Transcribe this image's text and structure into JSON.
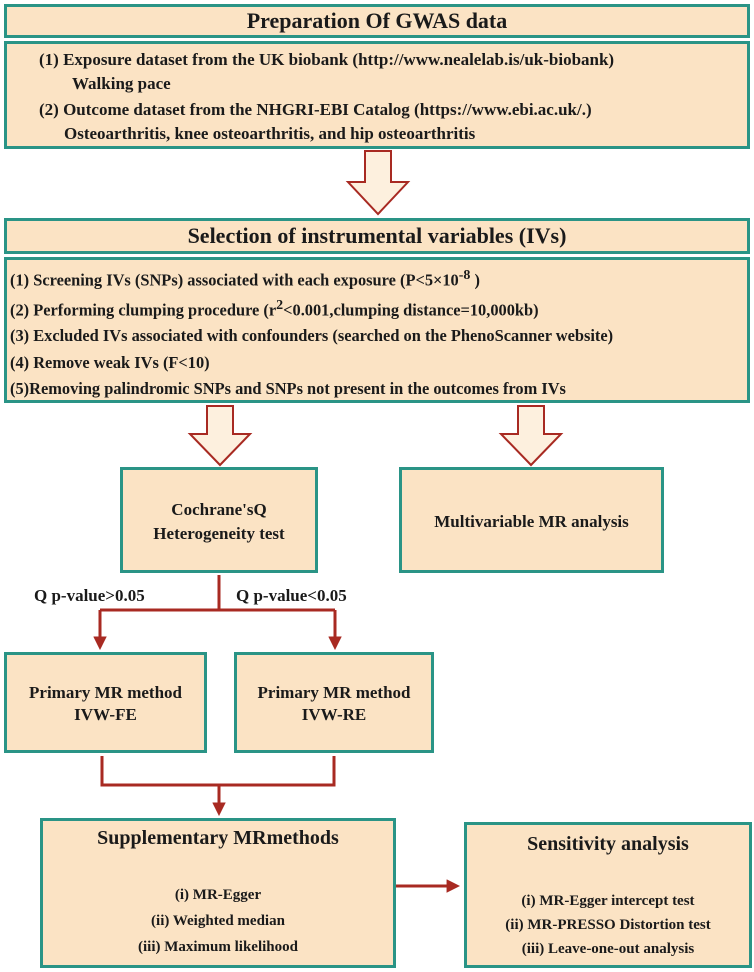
{
  "prep": {
    "title": "Preparation Of  GWAS data",
    "line1": "(1) Exposure dataset from the UK biobank (http://www.nealelab.is/uk-biobank)",
    "line2": "Walking pace",
    "line3": "(2) Outcome dataset from the NHGRI-EBI Catalog (https://www.ebi.ac.uk/.)",
    "line4": "Osteoarthritis, knee osteoarthritis, and hip osteoarthritis"
  },
  "selection": {
    "title": "Selection of instrumental variables (IVs)",
    "item1_pre": "(1) Screening IVs (SNPs) associated with each exposure (P<5×10",
    "item1_sup": "-8",
    "item1_post": " )",
    "item2_pre": "(2) Performing clumping procedure (r",
    "item2_sup": "2",
    "item2_post": "<0.001,clumping distance=10,000kb)",
    "item3": "(3) Excluded IVs  associated with confounders (searched on the PhenoScanner website)",
    "item4": "(4) Remove weak IVs (F<10)",
    "item5": "(5)Removing palindromic SNPs and SNPs not present in the outcomes from IVs"
  },
  "cochrane": {
    "line1": "Cochrane'sQ",
    "line2": "Heterogeneity test"
  },
  "multivariable": {
    "label": "Multivariable MR analysis"
  },
  "edges": {
    "left": "Q p-value>0.05",
    "right": "Q p-value<0.05"
  },
  "ivwfe": {
    "line1": "Primary MR method",
    "line2": "IVW-FE"
  },
  "ivwre": {
    "line1": "Primary MR method",
    "line2": "IVW-RE"
  },
  "supplementary": {
    "title": "Supplementary MRmethods",
    "items": [
      "(i) MR-Egger",
      "(ii) Weighted median",
      "(iii) Maximum likelihood"
    ]
  },
  "sensitivity": {
    "title": "Sensitivity analysis",
    "items": [
      "(i) MR-Egger intercept test",
      "(ii) MR-PRESSO Distortion test",
      "(iii) Leave-one-out analysis"
    ]
  },
  "colors": {
    "box_fill": "#fbe3c4",
    "box_border": "#2a9486",
    "arrow_red": "#a82a22",
    "block_arrow_fill": "#fdf0de"
  }
}
